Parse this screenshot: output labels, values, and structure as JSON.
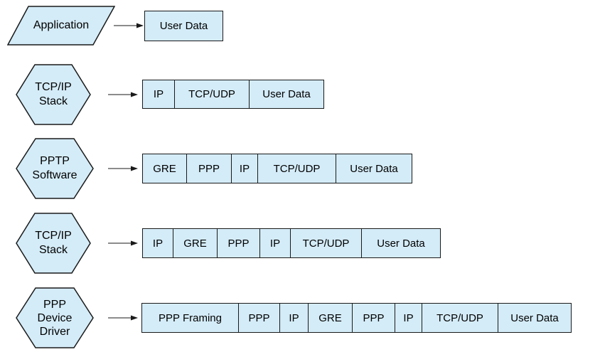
{
  "colors": {
    "shape_fill": "#d4ecf8",
    "shape_stroke": "#1a1a1a",
    "text": "#000000",
    "background": "#ffffff"
  },
  "rows": [
    {
      "stage_shape": "parallelogram",
      "stage_lines": [
        "Application"
      ],
      "cells": [
        "User Data"
      ]
    },
    {
      "stage_shape": "hexagon",
      "stage_lines": [
        "TCP/IP",
        "Stack"
      ],
      "cells": [
        "IP",
        "TCP/UDP",
        "User Data"
      ]
    },
    {
      "stage_shape": "hexagon",
      "stage_lines": [
        "PPTP",
        "Software"
      ],
      "cells": [
        "GRE",
        "PPP",
        "IP",
        "TCP/UDP",
        "User Data"
      ]
    },
    {
      "stage_shape": "hexagon",
      "stage_lines": [
        "TCP/IP",
        "Stack"
      ],
      "cells": [
        "IP",
        "GRE",
        "PPP",
        "IP",
        "TCP/UDP",
        "User Data"
      ]
    },
    {
      "stage_shape": "hexagon",
      "stage_lines": [
        "PPP",
        "Device",
        "Driver"
      ],
      "cells": [
        "PPP Framing",
        "PPP",
        "IP",
        "GRE",
        "PPP",
        "IP",
        "TCP/UDP",
        "User Data"
      ]
    }
  ]
}
